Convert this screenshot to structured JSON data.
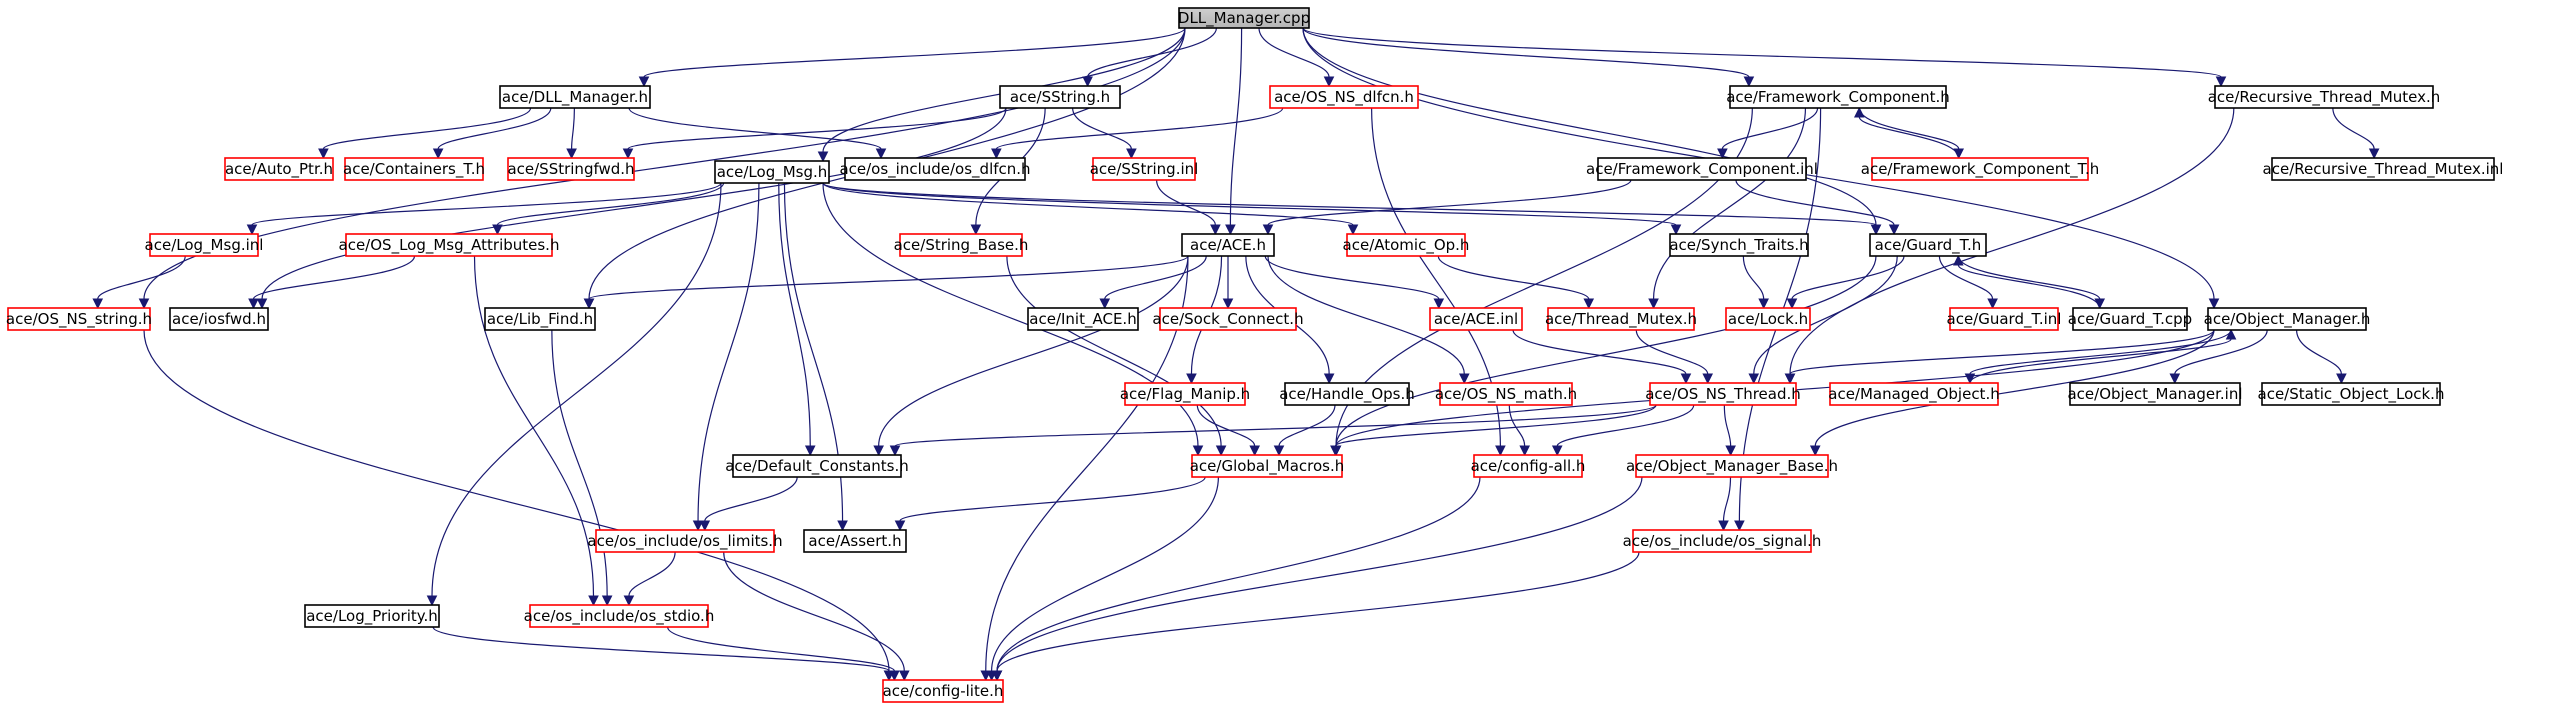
{
  "colors": {
    "edge": "#191970",
    "root_fill": "#bfbfbf",
    "root_border": "#000000",
    "black_border": "#000000",
    "red_border": "#ff0000"
  },
  "nodes": [
    {
      "id": "root",
      "label": "DLL_Manager.cpp",
      "kind": "root"
    },
    {
      "id": "dllmgr",
      "label": "ace/DLL_Manager.h",
      "kind": "black"
    },
    {
      "id": "sstring",
      "label": "ace/SString.h",
      "kind": "black"
    },
    {
      "id": "osnsdlfcn",
      "label": "ace/OS_NS_dlfcn.h",
      "kind": "red"
    },
    {
      "id": "fwcomp",
      "label": "ace/Framework_Component.h",
      "kind": "black"
    },
    {
      "id": "rtm",
      "label": "ace/Recursive_Thread_Mutex.h",
      "kind": "black"
    },
    {
      "id": "autoptr",
      "label": "ace/Auto_Ptr.h",
      "kind": "red"
    },
    {
      "id": "containers",
      "label": "ace/Containers_T.h",
      "kind": "red"
    },
    {
      "id": "sstringfwd",
      "label": "ace/SStringfwd.h",
      "kind": "red"
    },
    {
      "id": "osincdlfcn",
      "label": "ace/os_include/os_dlfcn.h",
      "kind": "black"
    },
    {
      "id": "sstringinl",
      "label": "ace/SString.inl",
      "kind": "red"
    },
    {
      "id": "fwcompinl",
      "label": "ace/Framework_Component.inl",
      "kind": "black"
    },
    {
      "id": "fwcompt",
      "label": "ace/Framework_Component_T.h",
      "kind": "red"
    },
    {
      "id": "rtminl",
      "label": "ace/Recursive_Thread_Mutex.inl",
      "kind": "black"
    },
    {
      "id": "logmsg",
      "label": "ace/Log_Msg.h",
      "kind": "black"
    },
    {
      "id": "logmsginl",
      "label": "ace/Log_Msg.inl",
      "kind": "red"
    },
    {
      "id": "oslogattr",
      "label": "ace/OS_Log_Msg_Attributes.h",
      "kind": "red"
    },
    {
      "id": "stringbase",
      "label": "ace/String_Base.h",
      "kind": "red"
    },
    {
      "id": "ace",
      "label": "ace/ACE.h",
      "kind": "black"
    },
    {
      "id": "atomic",
      "label": "ace/Atomic_Op.h",
      "kind": "red"
    },
    {
      "id": "synch",
      "label": "ace/Synch_Traits.h",
      "kind": "black"
    },
    {
      "id": "guardt",
      "label": "ace/Guard_T.h",
      "kind": "black"
    },
    {
      "id": "osnsstring",
      "label": "ace/OS_NS_string.h",
      "kind": "red"
    },
    {
      "id": "iosfwd",
      "label": "ace/iosfwd.h",
      "kind": "black"
    },
    {
      "id": "libfind",
      "label": "ace/Lib_Find.h",
      "kind": "black"
    },
    {
      "id": "initace",
      "label": "ace/Init_ACE.h",
      "kind": "black"
    },
    {
      "id": "sockconn",
      "label": "ace/Sock_Connect.h",
      "kind": "red"
    },
    {
      "id": "aceinl",
      "label": "ace/ACE.inl",
      "kind": "red"
    },
    {
      "id": "threadmutex",
      "label": "ace/Thread_Mutex.h",
      "kind": "red"
    },
    {
      "id": "lock",
      "label": "ace/Lock.h",
      "kind": "red"
    },
    {
      "id": "guardtinl",
      "label": "ace/Guard_T.inl",
      "kind": "red"
    },
    {
      "id": "guardtcpp",
      "label": "ace/Guard_T.cpp",
      "kind": "black"
    },
    {
      "id": "objmgr",
      "label": "ace/Object_Manager.h",
      "kind": "black"
    },
    {
      "id": "flagmanip",
      "label": "ace/Flag_Manip.h",
      "kind": "red"
    },
    {
      "id": "handleops",
      "label": "ace/Handle_Ops.h",
      "kind": "black"
    },
    {
      "id": "osnsmath",
      "label": "ace/OS_NS_math.h",
      "kind": "red"
    },
    {
      "id": "osnsthread",
      "label": "ace/OS_NS_Thread.h",
      "kind": "red"
    },
    {
      "id": "managedobj",
      "label": "ace/Managed_Object.h",
      "kind": "red"
    },
    {
      "id": "objmgrinl",
      "label": "ace/Object_Manager.inl",
      "kind": "black"
    },
    {
      "id": "staticobjlock",
      "label": "ace/Static_Object_Lock.h",
      "kind": "black"
    },
    {
      "id": "defconst",
      "label": "ace/Default_Constants.h",
      "kind": "black"
    },
    {
      "id": "globalmacros",
      "label": "ace/Global_Macros.h",
      "kind": "red"
    },
    {
      "id": "configall",
      "label": "ace/config-all.h",
      "kind": "red"
    },
    {
      "id": "objmgrbase",
      "label": "ace/Object_Manager_Base.h",
      "kind": "red"
    },
    {
      "id": "oslimits",
      "label": "ace/os_include/os_limits.h",
      "kind": "red"
    },
    {
      "id": "assert",
      "label": "ace/Assert.h",
      "kind": "black"
    },
    {
      "id": "ossignal",
      "label": "ace/os_include/os_signal.h",
      "kind": "red"
    },
    {
      "id": "logpriority",
      "label": "ace/Log_Priority.h",
      "kind": "black"
    },
    {
      "id": "osstdio",
      "label": "ace/os_include/os_stdio.h",
      "kind": "red"
    },
    {
      "id": "configlite",
      "label": "ace/config-lite.h",
      "kind": "red"
    }
  ],
  "edges": [
    [
      "root",
      "dllmgr"
    ],
    [
      "root",
      "sstring"
    ],
    [
      "root",
      "osnsdlfcn"
    ],
    [
      "root",
      "fwcomp"
    ],
    [
      "root",
      "rtm"
    ],
    [
      "root",
      "logmsg"
    ],
    [
      "root",
      "ace"
    ],
    [
      "root",
      "osnsstring"
    ],
    [
      "root",
      "libfind"
    ],
    [
      "root",
      "guardt"
    ],
    [
      "root",
      "objmgr"
    ],
    [
      "dllmgr",
      "autoptr"
    ],
    [
      "dllmgr",
      "containers"
    ],
    [
      "dllmgr",
      "sstringfwd"
    ],
    [
      "dllmgr",
      "osincdlfcn"
    ],
    [
      "sstring",
      "sstringfwd"
    ],
    [
      "sstring",
      "sstringinl"
    ],
    [
      "sstring",
      "stringbase"
    ],
    [
      "sstring",
      "iosfwd"
    ],
    [
      "osnsdlfcn",
      "osincdlfcn"
    ],
    [
      "osnsdlfcn",
      "configall"
    ],
    [
      "fwcomp",
      "fwcompinl"
    ],
    [
      "fwcomp",
      "fwcompt"
    ],
    [
      "fwcomp",
      "threadmutex"
    ],
    [
      "fwcomp",
      "globalmacros"
    ],
    [
      "fwcompt",
      "fwcomp"
    ],
    [
      "rtm",
      "rtminl"
    ],
    [
      "rtm",
      "osnsthread"
    ],
    [
      "fwcompinl",
      "ace"
    ],
    [
      "fwcompinl",
      "guardt"
    ],
    [
      "sstringinl",
      "ace"
    ],
    [
      "logmsg",
      "logmsginl"
    ],
    [
      "logmsg",
      "oslogattr"
    ],
    [
      "logmsg",
      "atomic"
    ],
    [
      "logmsg",
      "synch"
    ],
    [
      "logmsg",
      "defconst"
    ],
    [
      "logmsg",
      "globalmacros"
    ],
    [
      "logmsg",
      "oslimits"
    ],
    [
      "logmsg",
      "assert"
    ],
    [
      "logmsg",
      "logpriority"
    ],
    [
      "logmsg",
      "guardt"
    ],
    [
      "logmsginl",
      "osnsstring"
    ],
    [
      "oslogattr",
      "iosfwd"
    ],
    [
      "oslogattr",
      "osstdio"
    ],
    [
      "stringbase",
      "globalmacros"
    ],
    [
      "ace",
      "libfind"
    ],
    [
      "ace",
      "initace"
    ],
    [
      "ace",
      "sockconn"
    ],
    [
      "ace",
      "aceinl"
    ],
    [
      "ace",
      "flagmanip"
    ],
    [
      "ace",
      "handleops"
    ],
    [
      "ace",
      "osnsmath"
    ],
    [
      "ace",
      "defconst"
    ],
    [
      "ace",
      "configlite"
    ],
    [
      "atomic",
      "threadmutex"
    ],
    [
      "synch",
      "lock"
    ],
    [
      "guardt",
      "lock"
    ],
    [
      "guardt",
      "guardtinl"
    ],
    [
      "guardt",
      "guardtcpp"
    ],
    [
      "guardt",
      "osnsthread"
    ],
    [
      "guardt",
      "globalmacros"
    ],
    [
      "guardtcpp",
      "guardt"
    ],
    [
      "aceinl",
      "osnsthread"
    ],
    [
      "threadmutex",
      "osnsthread"
    ],
    [
      "objmgr",
      "osnsthread"
    ],
    [
      "objmgr",
      "managedobj"
    ],
    [
      "objmgr",
      "objmgrinl"
    ],
    [
      "objmgr",
      "staticobjlock"
    ],
    [
      "objmgr",
      "globalmacros"
    ],
    [
      "objmgr",
      "objmgrbase"
    ],
    [
      "managedobj",
      "objmgr"
    ],
    [
      "flagmanip",
      "globalmacros"
    ],
    [
      "handleops",
      "globalmacros"
    ],
    [
      "osnsmath",
      "configall"
    ],
    [
      "osnsthread",
      "globalmacros"
    ],
    [
      "osnsthread",
      "configall"
    ],
    [
      "osnsthread",
      "objmgrbase"
    ],
    [
      "osnsthread",
      "defconst"
    ],
    [
      "objmgrbase",
      "ossignal"
    ],
    [
      "objmgrbase",
      "configlite"
    ],
    [
      "defconst",
      "oslimits"
    ],
    [
      "globalmacros",
      "assert"
    ],
    [
      "globalmacros",
      "configlite"
    ],
    [
      "configall",
      "configlite"
    ],
    [
      "oslimits",
      "osstdio"
    ],
    [
      "oslimits",
      "configlite"
    ],
    [
      "ossignal",
      "configlite"
    ],
    [
      "libfind",
      "osstdio"
    ],
    [
      "logpriority",
      "configlite"
    ],
    [
      "osstdio",
      "configlite"
    ],
    [
      "osnsstring",
      "configlite"
    ],
    [
      "fwcomp",
      "ossignal"
    ]
  ]
}
